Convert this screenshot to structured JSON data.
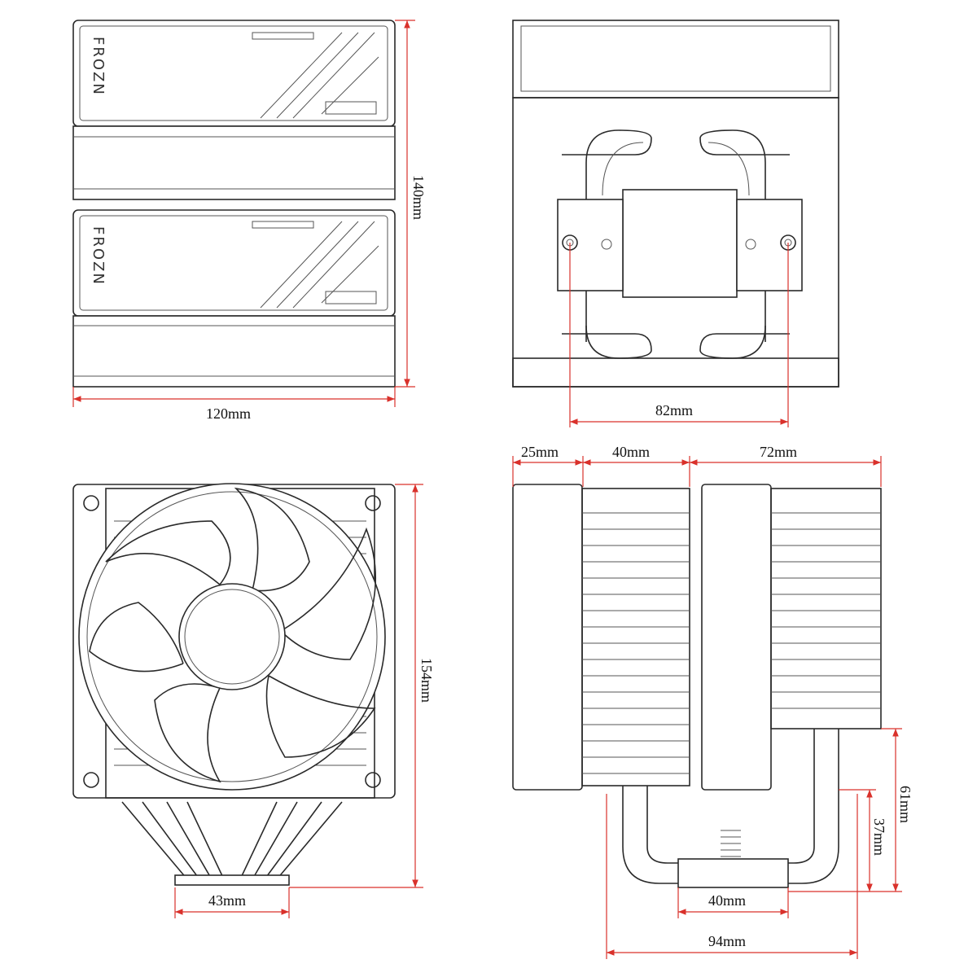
{
  "brand_logo": "FROZN",
  "colors": {
    "dimension_line": "#d9312b",
    "outline": "#2a2a2a"
  },
  "views": {
    "top_view": {
      "height_label": "140mm",
      "width_label": "120mm"
    },
    "back_view": {
      "mount_spacing_label": "82mm"
    },
    "front_view": {
      "height_label": "154mm",
      "base_width_label": "43mm"
    },
    "side_view": {
      "fan_depth_label": "25mm",
      "front_stack_label": "40mm",
      "rear_stack_label": "72mm",
      "clearance_label": "61mm",
      "base_height_label": "37mm",
      "base_width_label": "40mm",
      "total_depth_label": "94mm"
    }
  }
}
